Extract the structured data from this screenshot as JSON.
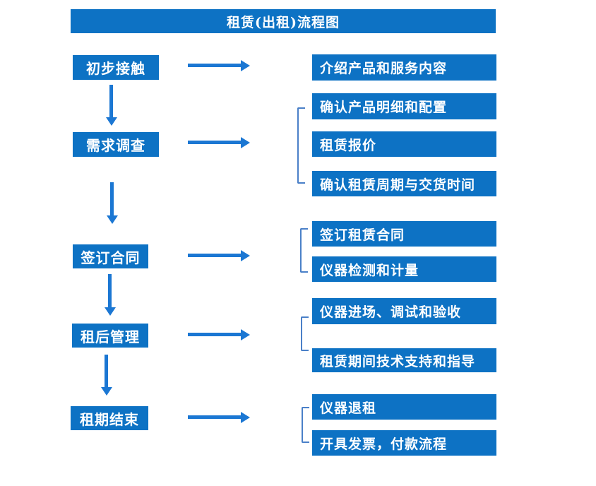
{
  "title": "租赁(出租)流程图",
  "colors": {
    "box_blue": "#0d72c4",
    "arrow_blue": "#1b77d3",
    "bracket_blue": "#4a80c8",
    "text_white": "#ffffff"
  },
  "flow": {
    "steps": [
      {
        "label": "初步接触",
        "details": [
          "介绍产品和服务内容"
        ]
      },
      {
        "label": "需求调查",
        "details": [
          "确认产品明细和配置",
          "租赁报价",
          "确认租赁周期与交货时间"
        ]
      },
      {
        "label": "签订合同",
        "details": [
          "签订租赁合同",
          "仪器检测和计量"
        ]
      },
      {
        "label": "租后管理",
        "details": [
          "仪器进场、调试和验收",
          "租赁期间技术支持和指导"
        ]
      },
      {
        "label": "租期结束",
        "details": [
          "仪器退租",
          "开具发票，付款流程"
        ]
      }
    ]
  }
}
